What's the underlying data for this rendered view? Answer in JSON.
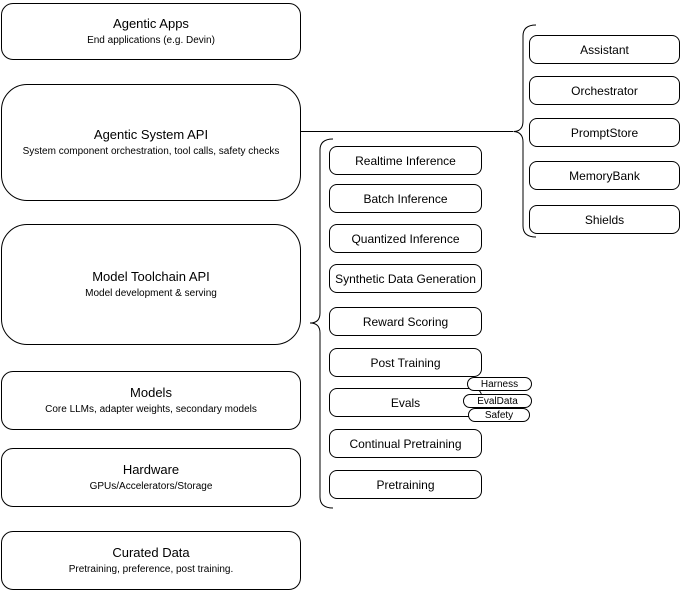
{
  "diagram": {
    "left_stack": [
      {
        "title": "Agentic Apps",
        "subtitle": "End applications (e.g. Devin)"
      },
      {
        "title": "Agentic System API",
        "subtitle": "System component orchestration, tool calls, safety checks"
      },
      {
        "title": "Model Toolchain API",
        "subtitle": "Model development & serving"
      },
      {
        "title": "Models",
        "subtitle": "Core LLMs, adapter weights, secondary models"
      },
      {
        "title": "Hardware",
        "subtitle": "GPUs/Accelerators/Storage"
      },
      {
        "title": "Curated Data",
        "subtitle": "Pretraining, preference, post training."
      }
    ],
    "toolchain_items": [
      "Realtime Inference",
      "Batch Inference",
      "Quantized Inference",
      "Synthetic Data Generation",
      "Reward Scoring",
      "Post Training",
      "Evals",
      "Continual Pretraining",
      "Pretraining"
    ],
    "system_components": [
      "Assistant",
      "Orchestrator",
      "PromptStore",
      "MemoryBank",
      "Shields"
    ],
    "eval_tags": [
      "Harness",
      "EvalData",
      "Safety"
    ],
    "colors": {
      "stroke": "#000000",
      "background": "#ffffff",
      "text": "#000000"
    }
  }
}
